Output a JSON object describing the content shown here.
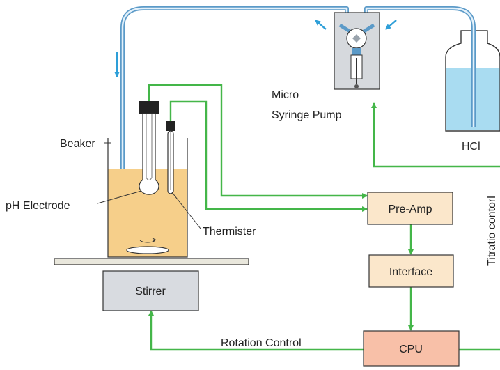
{
  "labels": {
    "micro": "Micro",
    "syringe_pump": "Syringe Pump",
    "beaker": "Beaker",
    "ph_electrode": "pH Electrode",
    "thermister": "Thermister",
    "hcl": "HCl",
    "rotation_control": "Rotation Control",
    "titration_control": "Titratio contorl"
  },
  "boxes": {
    "pre_amp": "Pre-Amp",
    "interface": "Interface",
    "cpu": "CPU",
    "stirrer": "Stirrer"
  },
  "colors": {
    "signal_line": "#44b649",
    "tube": "#5b9ac8",
    "tube_inner": "#e3f1fb",
    "arrow_blue": "#2e9fd8",
    "liquid_beaker": "#f6cf8a",
    "liquid_hcl": "#a9dcf1",
    "box_fill": "#fbe7cb",
    "cpu_fill": "#f8c0a8",
    "stirrer_fill": "#d8dbe0",
    "pump_fill": "#d6d9dd"
  }
}
